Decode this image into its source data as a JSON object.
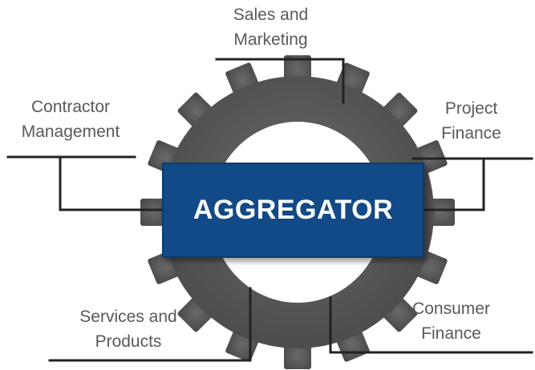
{
  "center": {
    "label": "AGGREGATOR"
  },
  "nodes": {
    "sales": {
      "line1": "Sales and",
      "line2": "Marketing"
    },
    "contractor": {
      "line1": "Contractor",
      "line2": "Management"
    },
    "project": {
      "line1": "Project",
      "line2": "Finance"
    },
    "services": {
      "line1": "Services and",
      "line2": "Products"
    },
    "consumer": {
      "line1": "Consumer",
      "line2": "Finance"
    }
  },
  "colors": {
    "gear": "#595959",
    "box": "#124a87",
    "connector": "#222222",
    "label_text": "#595959"
  }
}
